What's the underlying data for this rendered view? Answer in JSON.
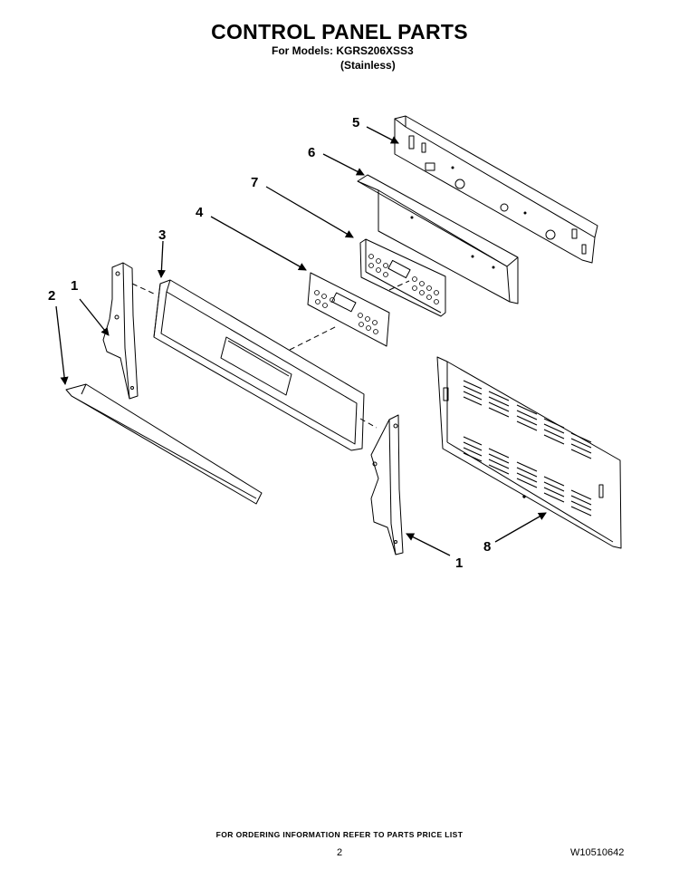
{
  "header": {
    "title": "CONTROL PANEL PARTS",
    "models": "For Models: KGRS206XSS3",
    "finish": "(Stainless)"
  },
  "callouts": {
    "c1_left": "1",
    "c2": "2",
    "c3": "3",
    "c4": "4",
    "c5": "5",
    "c6": "6",
    "c7": "7",
    "c8": "8",
    "c1_right": "1"
  },
  "footer": {
    "note": "FOR ORDERING INFORMATION REFER TO PARTS PRICE LIST",
    "page": "2",
    "doc_number": "W10510642"
  }
}
